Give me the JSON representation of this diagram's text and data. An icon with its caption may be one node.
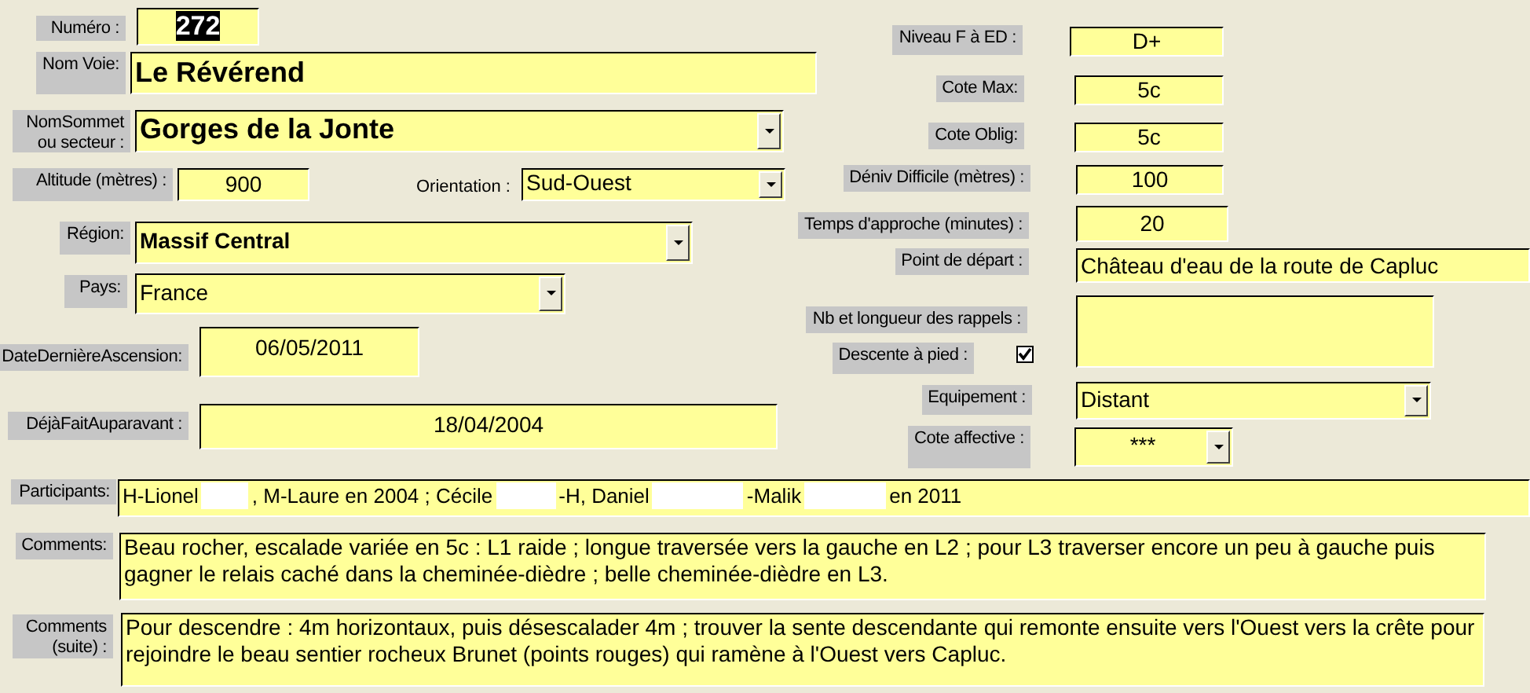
{
  "diagram": {
    "nodes": [
      {
        "text": [],
        "shape": "box"
      }
    ],
    "labels": [
      "Numéro :",
      "272",
      "Nom Voie:",
      "Le Révérend",
      "NomSommet ou secteur :",
      "Gorges de la Jonte",
      "Altitude (mètres) :",
      "900",
      "Orientation :",
      "Sud-Ouest",
      "Région:",
      "Massif Central",
      "Pays:",
      "France",
      "DateDernièreAscension:",
      "06/05/2011",
      "DéjàFaitAuparavant :",
      "18/04/2004",
      "Niveau F à ED :",
      "D+",
      "Cote Max:",
      "5c",
      "Cote Oblig:",
      "5c",
      "Déniv Difficile (mètres) :",
      "100",
      "Temps d'approche (minutes) :",
      "20",
      "Point de départ :",
      "Château d'eau de la route de Capluc",
      "Nb et longueur des rappels :",
      "Descente à pied :",
      "Equipement :",
      "Distant",
      "Cote affective :",
      "***",
      "Participants:",
      "H-Lionel",
      ", M-Laure en 2004 ; Cécile",
      "-H, Daniel",
      "-Malik",
      "en 2011",
      "Comments:",
      "Beau rocher, escalade variée en 5c : L1 raide ; longue traversée vers la gauche en L2 ; pour L3 traverser encore un peu à gauche puis gagner le relais caché dans la cheminée-dièdre ; belle cheminée-dièdre en L3.",
      "Comments (suite) :",
      "Pour descendre : 4m horizontaux, puis désescalader 4m ; trouver la sente descendante qui remonte ensuite vers l'Ouest vers la crête pour rejoindre le beau sentier rocheux Brunet (points rouges) qui ramène à l'Ouest vers Capluc."
    ]
  }
}
